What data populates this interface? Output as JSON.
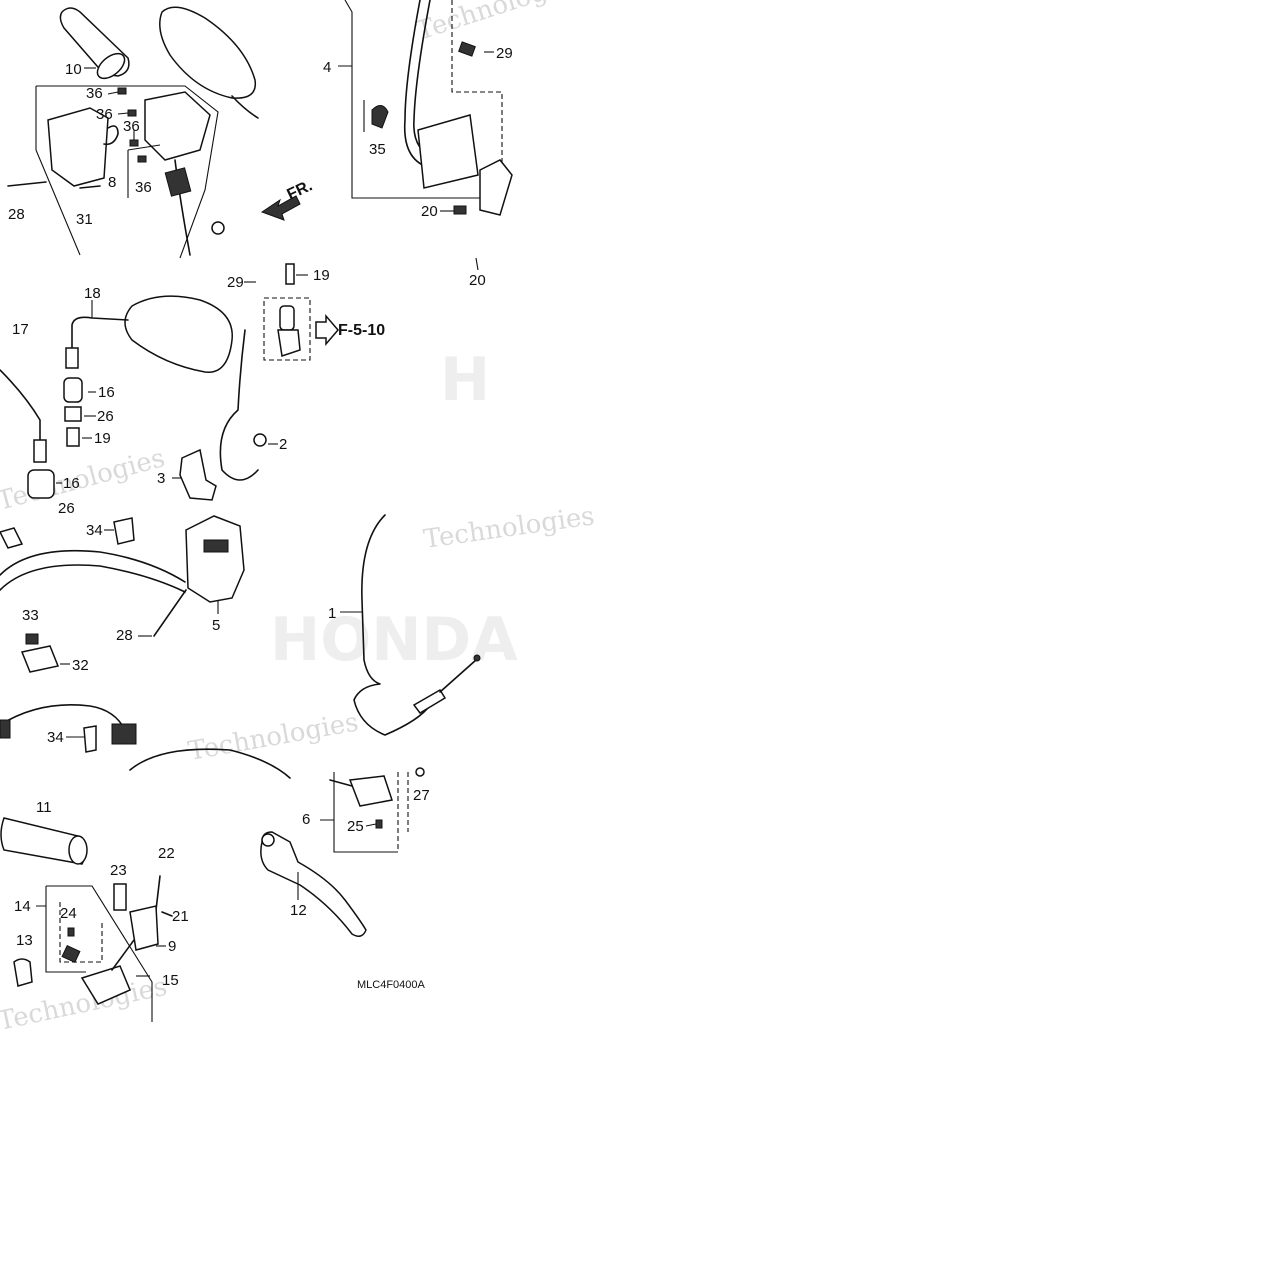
{
  "diagram_code": "MLC4F0400A",
  "reference_link": "F-5-10",
  "direction_arrow_label": "FR.",
  "watermark_text": "Technologies",
  "callouts": {
    "c1": "1",
    "c2": "2",
    "c3": "3",
    "c4": "4",
    "c5": "5",
    "c6": "6",
    "c8": "8",
    "c9": "9",
    "c10": "10",
    "c11": "11",
    "c12": "12",
    "c13": "13",
    "c14": "14",
    "c15": "15",
    "c16a": "16",
    "c16b": "16",
    "c17": "17",
    "c18": "18",
    "c19a": "19",
    "c19b": "19",
    "c20a": "20",
    "c20b": "20",
    "c21": "21",
    "c22": "22",
    "c23": "23",
    "c24": "24",
    "c25": "25",
    "c26a": "26",
    "c26b": "26",
    "c27": "27",
    "c28a": "28",
    "c28b": "28",
    "c29a": "29",
    "c29b": "29",
    "c31": "31",
    "c32": "32",
    "c33": "33",
    "c34a": "34",
    "c34b": "34",
    "c35": "35",
    "c36a": "36",
    "c36b": "36",
    "c36c": "36",
    "c36d": "36"
  }
}
